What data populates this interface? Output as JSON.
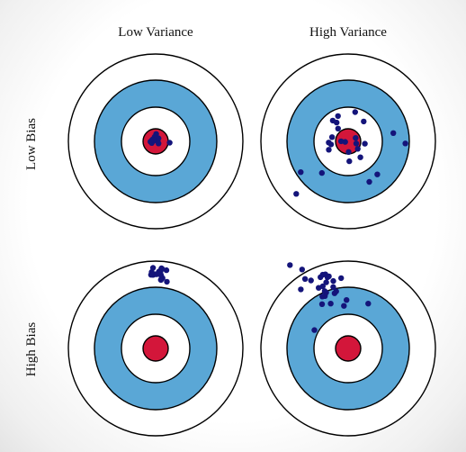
{
  "title": "",
  "columns": [
    "Low Variance",
    "High Variance"
  ],
  "rows": [
    "Low Bias",
    "High Bias"
  ],
  "colors": {
    "ring_fill_outer": "#ffffff",
    "ring_fill_middle": "#5aa7d6",
    "ring_fill_inner": "#ffffff",
    "bullseye": "#d3163a",
    "shot": "#14147a",
    "stroke": "#000000"
  },
  "panels": [
    {
      "name": "low-bias-low-variance",
      "row": "Low Bias",
      "column": "Low Variance",
      "bias": "low",
      "variance": "low",
      "shots": 18
    },
    {
      "name": "low-bias-high-variance",
      "row": "Low Bias",
      "column": "High Variance",
      "bias": "low",
      "variance": "high",
      "shots": 26
    },
    {
      "name": "high-bias-low-variance",
      "row": "High Bias",
      "column": "Low Variance",
      "bias": "high",
      "variance": "low",
      "shots": 18
    },
    {
      "name": "high-bias-high-variance",
      "row": "High Bias",
      "column": "High Variance",
      "bias": "high",
      "variance": "high",
      "shots": 28
    }
  ]
}
